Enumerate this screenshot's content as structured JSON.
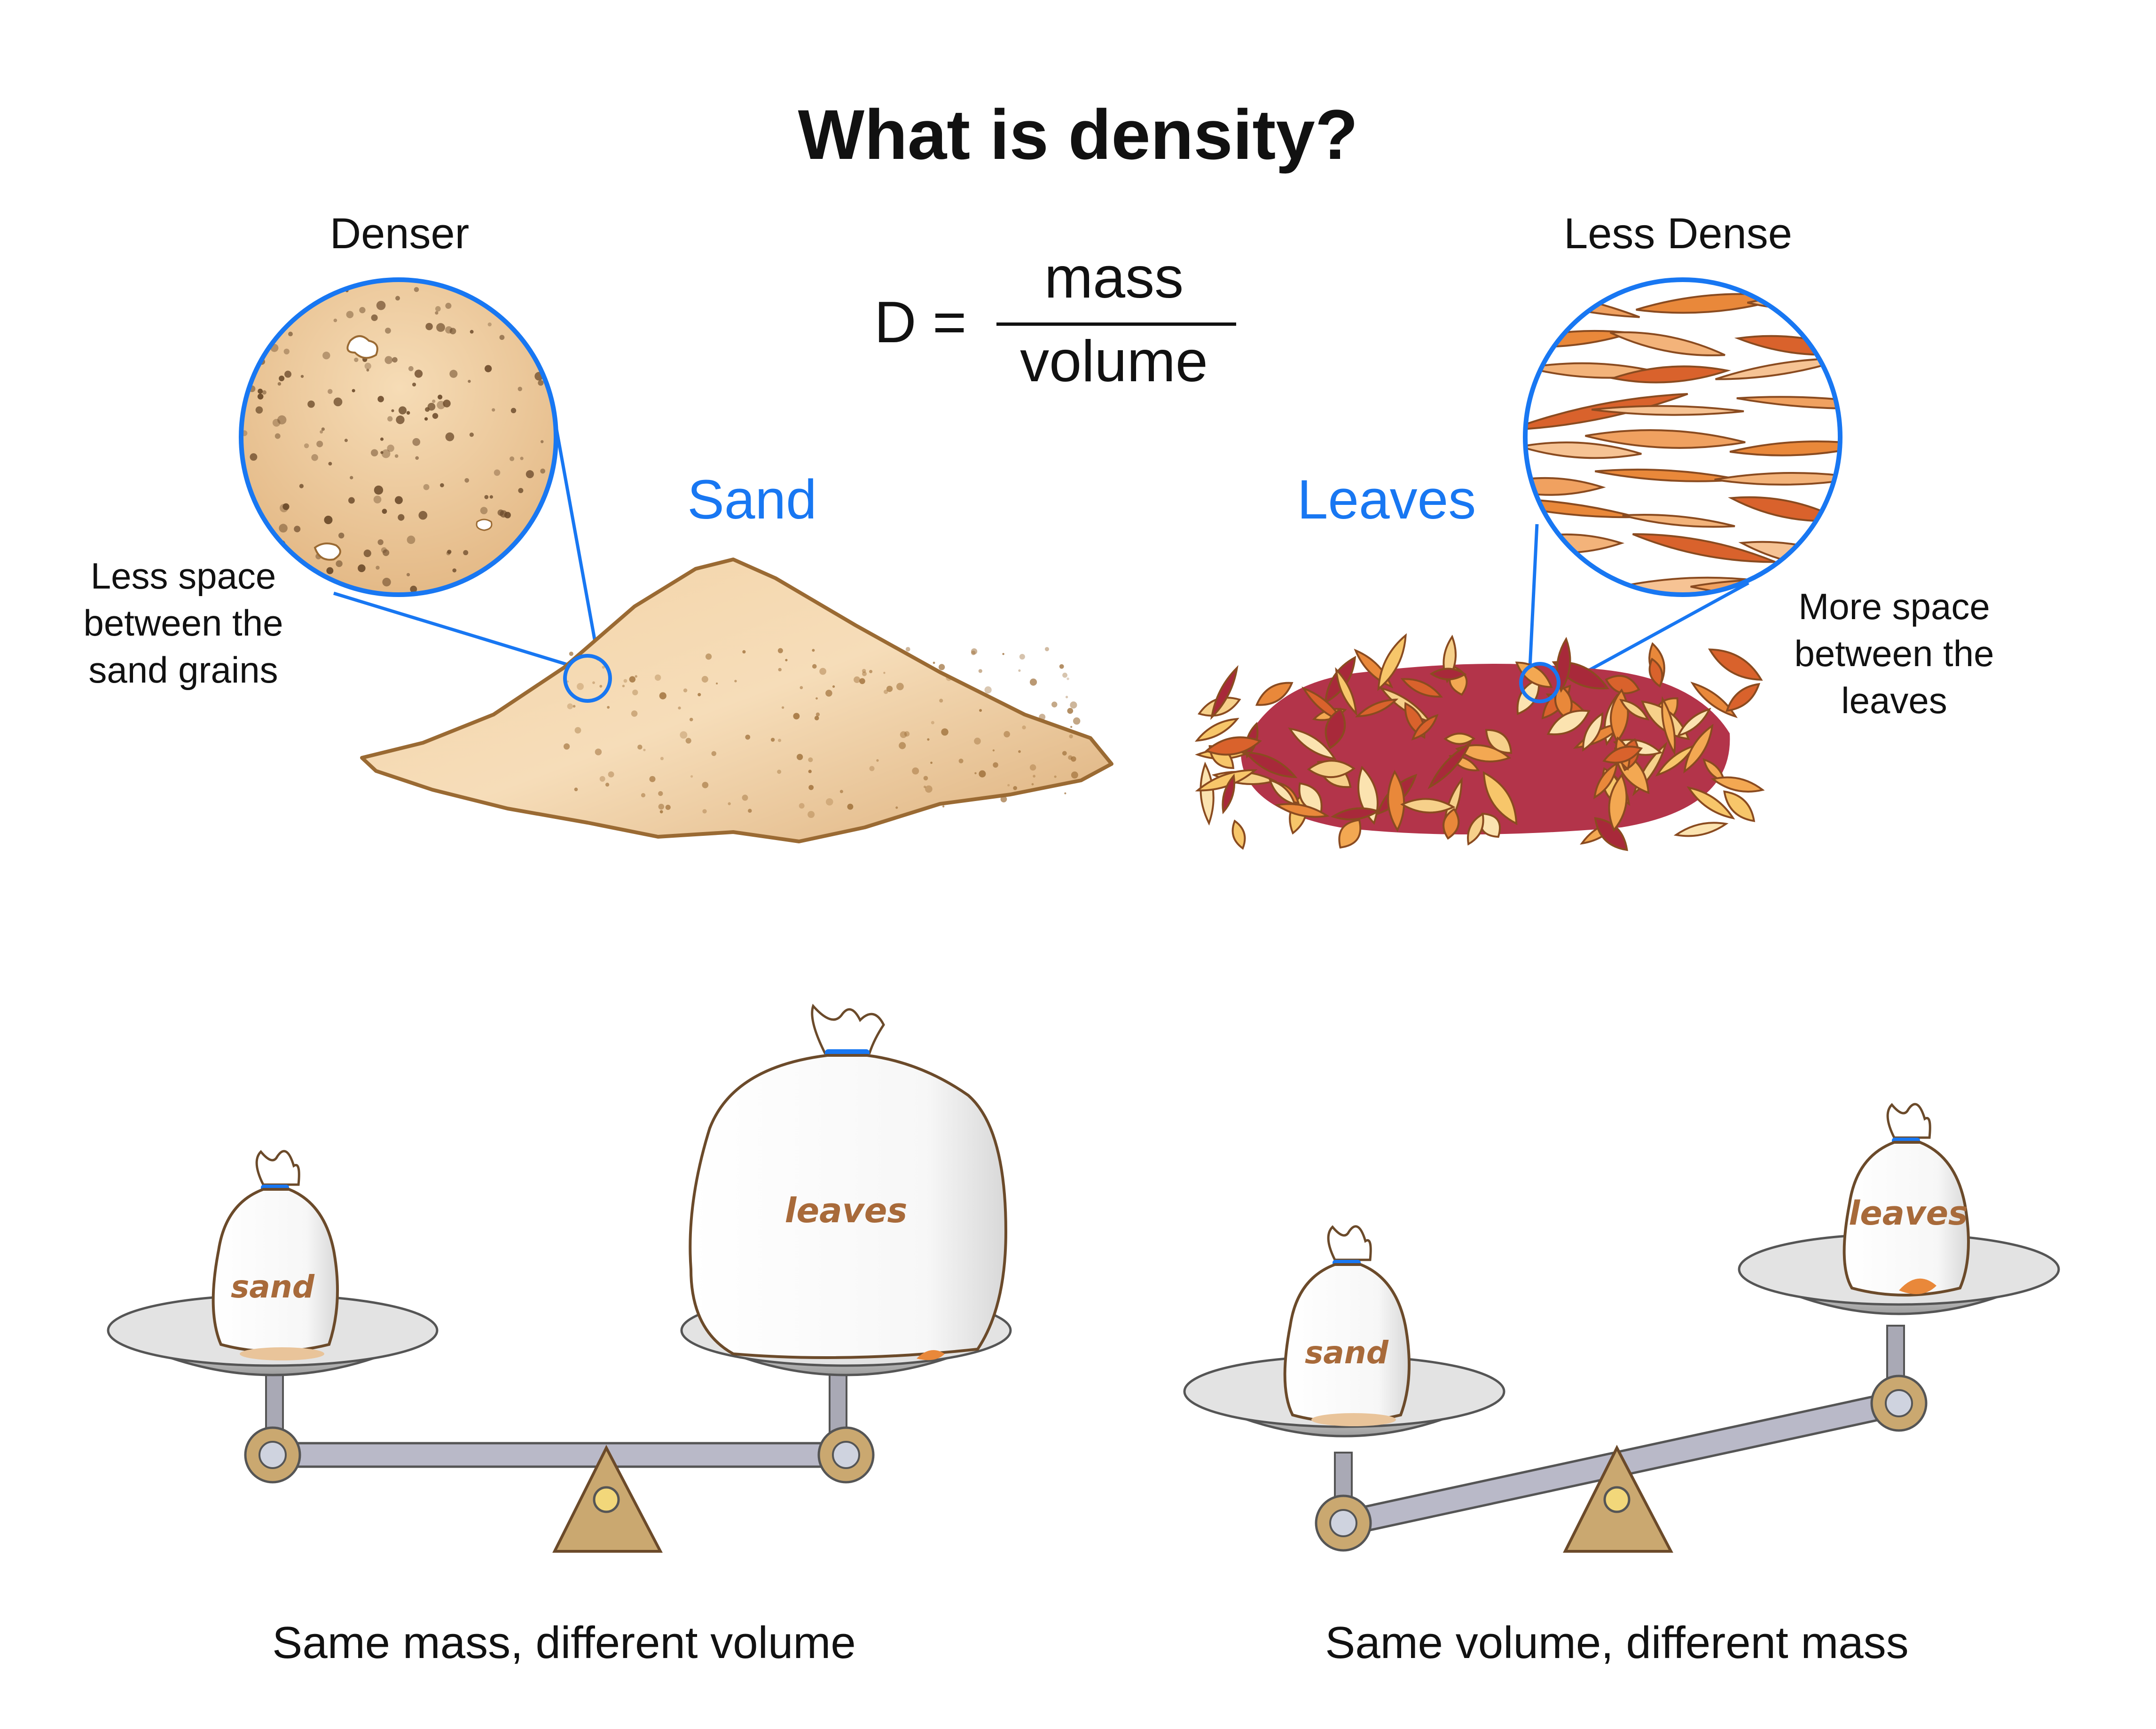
{
  "title": "What is density?",
  "formula": {
    "lhs": "D =",
    "numerator": "mass",
    "denominator": "volume"
  },
  "sand": {
    "zoom_label": "Denser",
    "label": "Sand",
    "note": "Less space between the sand grains"
  },
  "leaves": {
    "zoom_label": "Less Dense",
    "label": "Leaves",
    "note": "More space between the leaves"
  },
  "scales": [
    {
      "caption": "Same mass, different volume",
      "left_bag_label": "sand",
      "right_bag_label": "leaves"
    },
    {
      "caption": "Same volume, different mass",
      "left_bag_label": "sand",
      "right_bag_label": "leaves"
    }
  ],
  "colors": {
    "accent_blue": "#1877f2",
    "sand": "#e9c49a",
    "sand_outline": "#9a6a33",
    "leaf_orange": "#e9883a",
    "leaf_red": "#a8293a",
    "bag_label": "#a86a3a",
    "pan_gray": "#bdbdbd"
  }
}
